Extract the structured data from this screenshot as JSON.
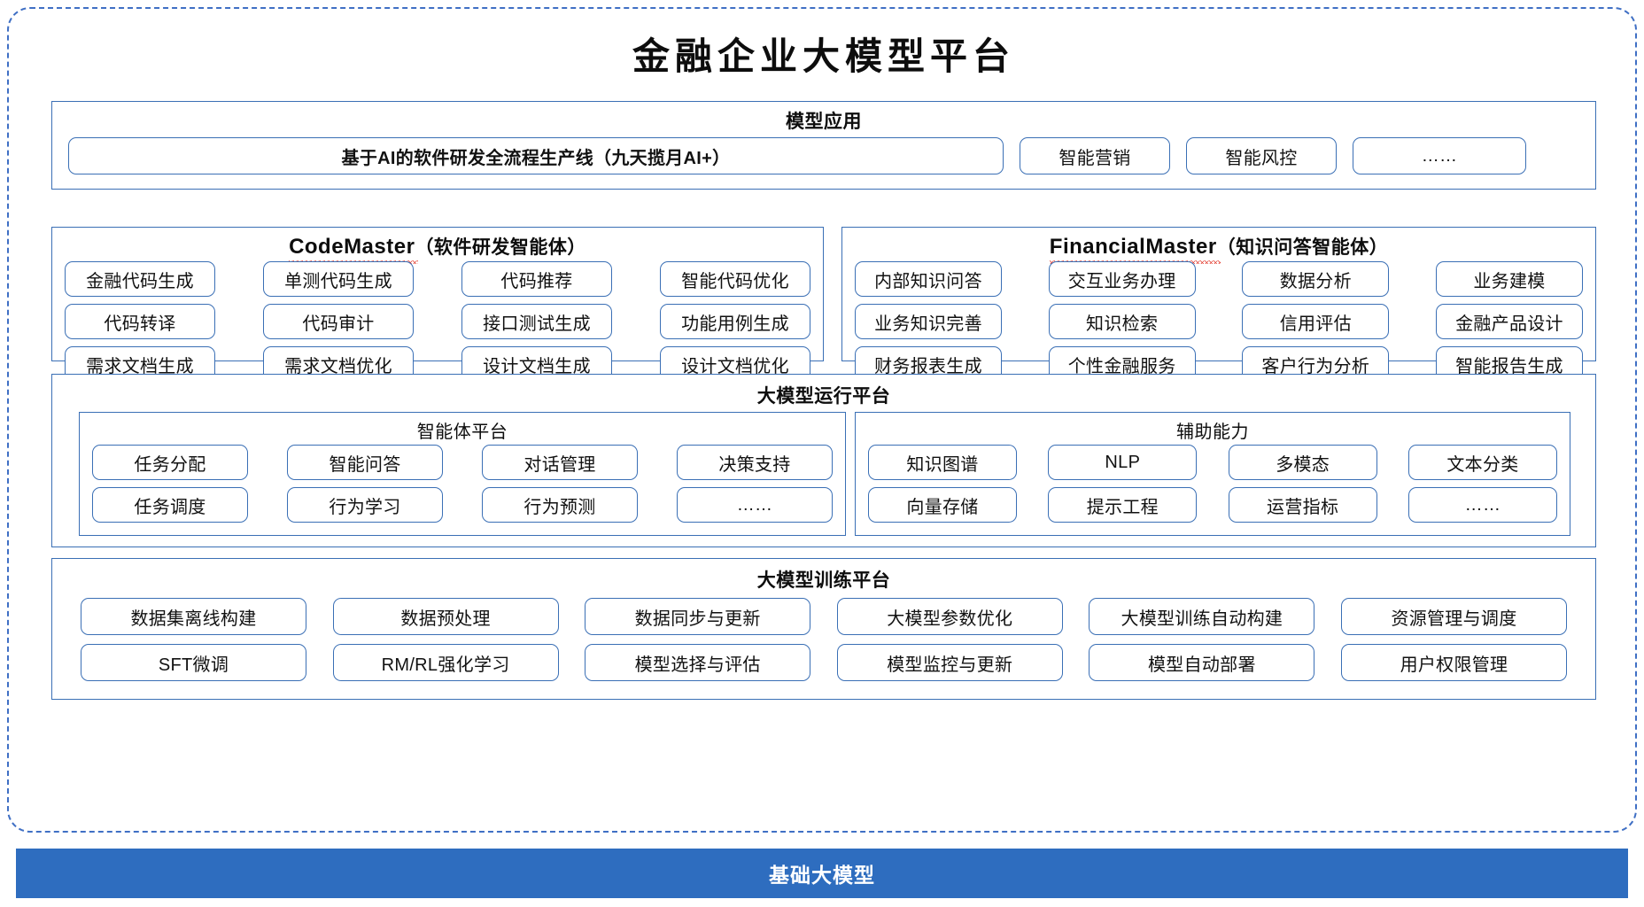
{
  "title": "金融企业大模型平台",
  "colors": {
    "border_blue": "#3a6fb5",
    "dashed_blue": "#3f6fc4",
    "footer_blue": "#2e6dbf",
    "spellcheck_red": "#e23b2e",
    "text_black": "#111111"
  },
  "model_application": {
    "title": "模型应用",
    "items": [
      "基于AI的软件研发全流程生产线（九天揽月AI+）",
      "智能营销",
      "智能风控",
      "……"
    ]
  },
  "code_master": {
    "title_latin": "CodeMaster",
    "title_cn": "（软件研发智能体）",
    "rows": [
      [
        "金融代码生成",
        "单测代码生成",
        "代码推荐",
        "智能代码优化"
      ],
      [
        "代码转译",
        "代码审计",
        "接口测试生成",
        "功能用例生成"
      ],
      [
        "需求文档生成",
        "需求文档优化",
        "设计文档生成",
        "设计文档优化"
      ]
    ]
  },
  "financial_master": {
    "title_latin": "FinancialMaster",
    "title_cn": "（知识问答智能体）",
    "rows": [
      [
        "内部知识问答",
        "交互业务办理",
        "数据分析",
        "业务建模"
      ],
      [
        "业务知识完善",
        "知识检索",
        "信用评估",
        "金融产品设计"
      ],
      [
        "财务报表生成",
        "个性金融服务",
        "客户行为分析",
        "智能报告生成"
      ]
    ]
  },
  "runtime_platform": {
    "title": "大模型运行平台",
    "agent_platform": {
      "title": "智能体平台",
      "rows": [
        [
          "任务分配",
          "智能问答",
          "对话管理",
          "决策支持"
        ],
        [
          "任务调度",
          "行为学习",
          "行为预测",
          "……"
        ]
      ]
    },
    "auxiliary": {
      "title": "辅助能力",
      "rows": [
        [
          "知识图谱",
          "NLP",
          "多模态",
          "文本分类"
        ],
        [
          "向量存储",
          "提示工程",
          "运营指标",
          "……"
        ]
      ]
    }
  },
  "training_platform": {
    "title": "大模型训练平台",
    "rows": [
      [
        "数据集离线构建",
        "数据预处理",
        "数据同步与更新",
        "大模型参数优化",
        "大模型训练自动构建",
        "资源管理与调度"
      ],
      [
        "SFT微调",
        "RM/RL强化学习",
        "模型选择与评估",
        "模型监控与更新",
        "模型自动部署",
        "用户权限管理"
      ]
    ]
  },
  "footer": {
    "label": "基础大模型"
  }
}
